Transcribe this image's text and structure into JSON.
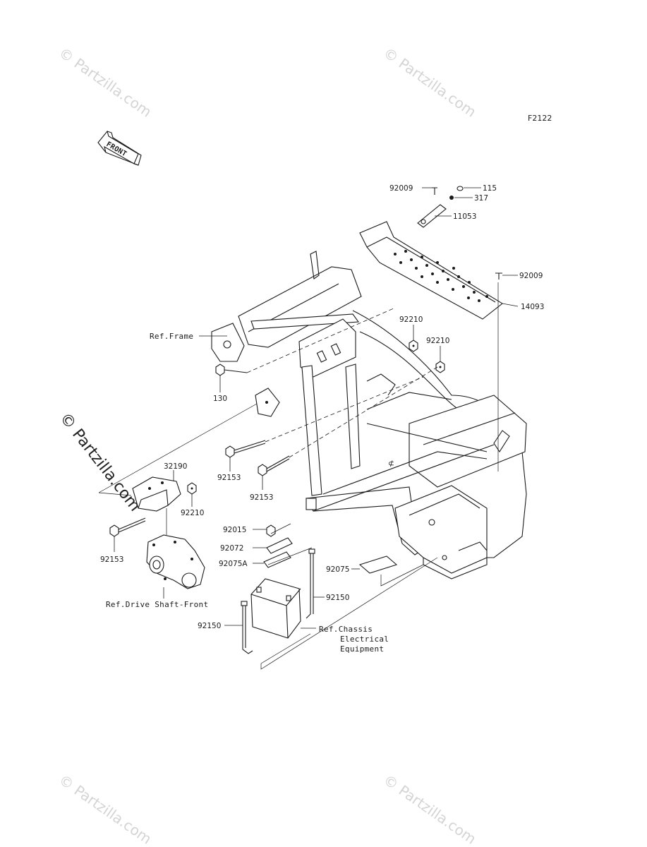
{
  "diagram": {
    "figure_code": "F2122",
    "front_badge": "FRONT",
    "watermarks": [
      "© Partzilla.com",
      "© Partzilla.com",
      "© Partzilla.com",
      "© Partzilla.com",
      "© Partzilla.com"
    ],
    "refs": {
      "frame": "Ref.Frame",
      "drive_shaft": "Ref.Drive Shaft-Front",
      "chassis_line1": "Ref.Chassis",
      "chassis_line2": "Electrical",
      "chassis_line3": "Equipment"
    },
    "parts": {
      "p92009_a": "92009",
      "p115": "115",
      "p317": "317",
      "p11053": "11053",
      "p92009_b": "92009",
      "p14093": "14093",
      "p92210_a": "92210",
      "p92210_b": "92210",
      "p130": "130",
      "p32190": "32190",
      "p92210_c": "92210",
      "p92153_a": "92153",
      "p92153_b": "92153",
      "p92153_c": "92153",
      "p92015": "92015",
      "p92072": "92072",
      "p92075A": "92075A",
      "p92075": "92075",
      "p92150_a": "92150",
      "p92150_b": "92150"
    }
  }
}
